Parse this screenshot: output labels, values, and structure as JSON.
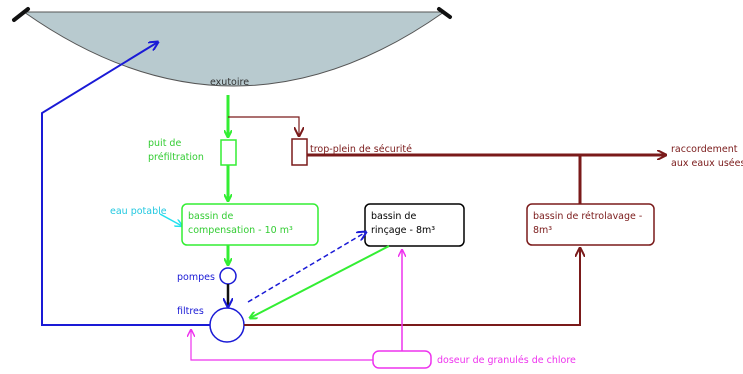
{
  "labels": {
    "exutoire": "exutoire",
    "puit_line1": "puit de",
    "puit_line2": "préfiltration",
    "trop_plein": "trop-plein de sécurité",
    "raccordement_line1": "raccordement",
    "raccordement_line2": "aux eaux usées",
    "eau_potable": "eau potable",
    "compensation_line1": "bassin de",
    "compensation_line2": "compensation - 10 m³",
    "rincage_line1": "bassin de",
    "rincage_line2": "rinçage - 8m³",
    "retrolavage_line1": "bassin de rétrolavage -",
    "retrolavage_line2": "8m³",
    "pompes": "pompes",
    "filtres": "filtres",
    "doseur": "doseur de granulés de chlore"
  },
  "colors": {
    "pool_fill": "#b8cacf",
    "pool_stroke": "#555555",
    "green": "#33ee33",
    "blue": "#1a1ad6",
    "dark_red": "#7a1a1a",
    "cyan": "#22e0ee",
    "magenta": "#ee33ee",
    "black": "#000000"
  }
}
